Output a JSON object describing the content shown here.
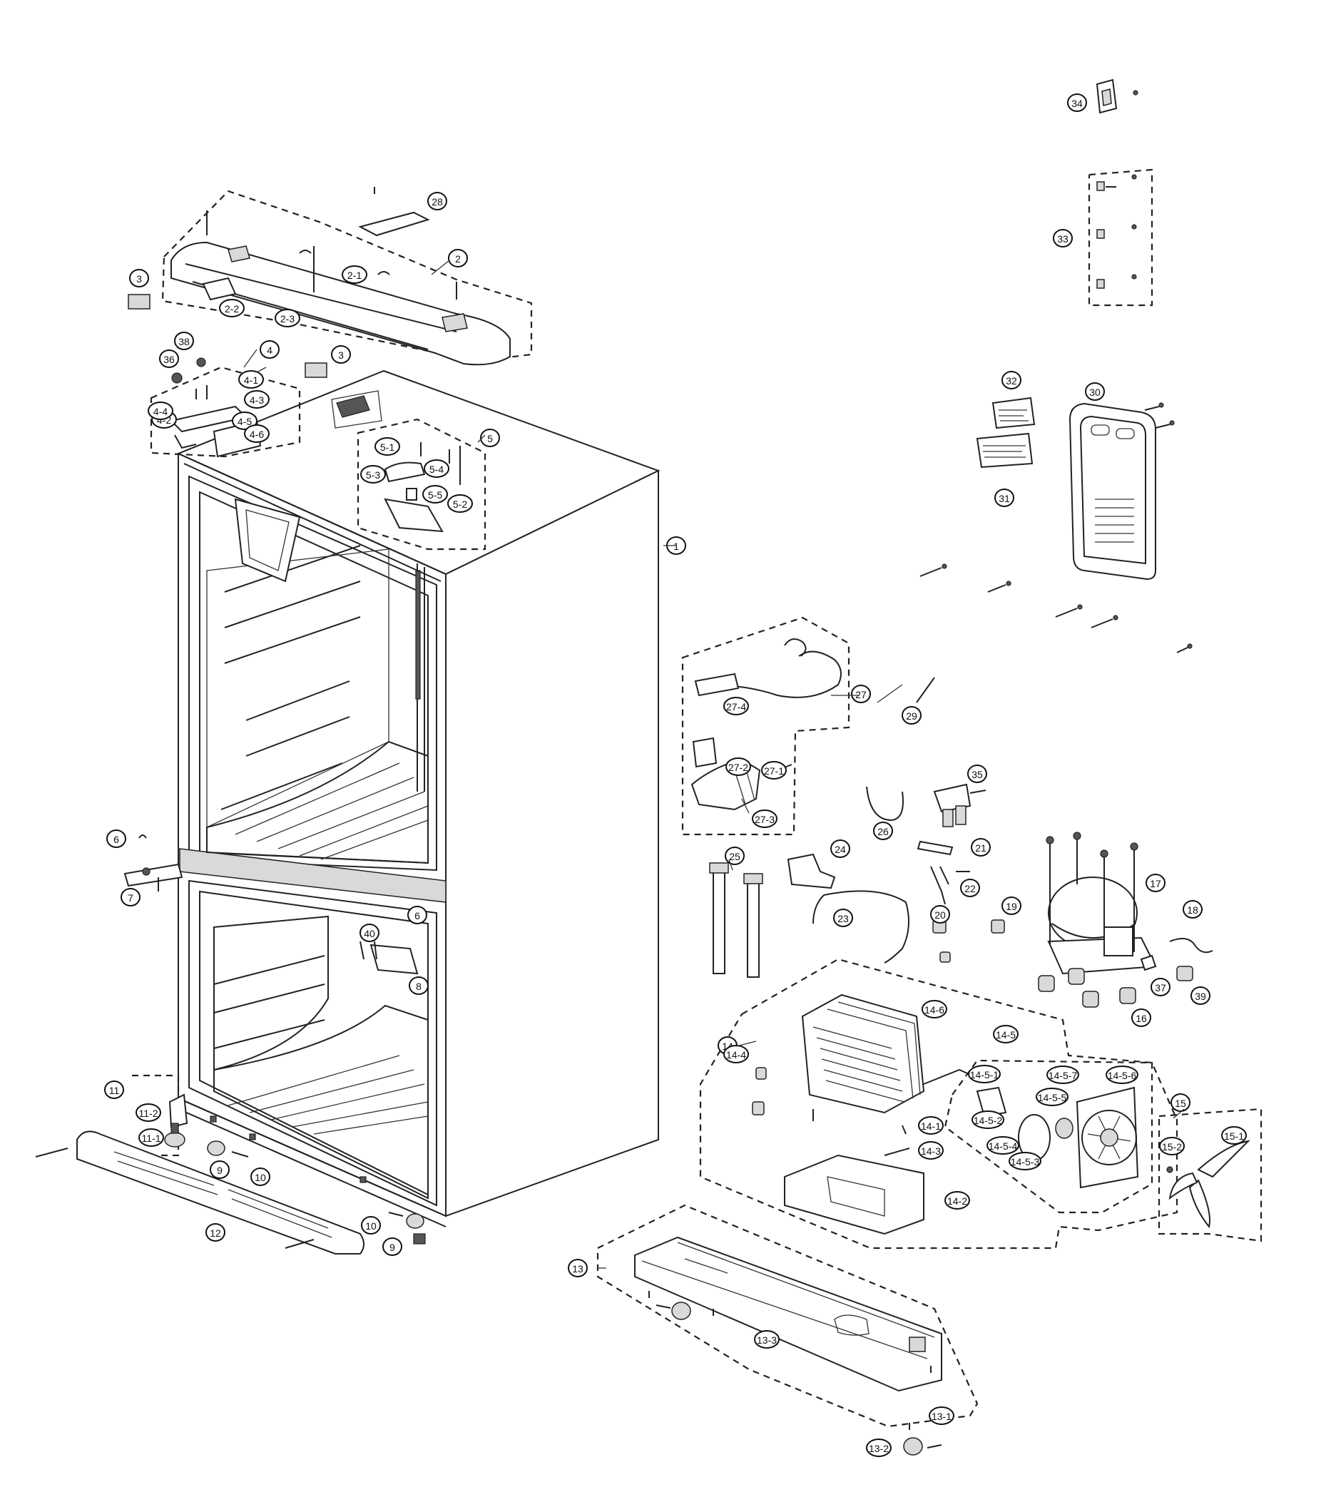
{
  "diagram": {
    "type": "exploded-parts-view",
    "callouts": [
      {
        "id": "c1",
        "label": "1"
      },
      {
        "id": "c2",
        "label": "2"
      },
      {
        "id": "c2-1",
        "label": "2-1"
      },
      {
        "id": "c2-2",
        "label": "2-2"
      },
      {
        "id": "c2-3",
        "label": "2-3"
      },
      {
        "id": "c3a",
        "label": "3"
      },
      {
        "id": "c3b",
        "label": "3"
      },
      {
        "id": "c4",
        "label": "4"
      },
      {
        "id": "c4-1",
        "label": "4-1"
      },
      {
        "id": "c4-2",
        "label": "4-2"
      },
      {
        "id": "c4-3",
        "label": "4-3"
      },
      {
        "id": "c4-4",
        "label": "4-4"
      },
      {
        "id": "c4-5",
        "label": "4-5"
      },
      {
        "id": "c4-6",
        "label": "4-6"
      },
      {
        "id": "c5",
        "label": "5"
      },
      {
        "id": "c5-1",
        "label": "5-1"
      },
      {
        "id": "c5-2",
        "label": "5-2"
      },
      {
        "id": "c5-3",
        "label": "5-3"
      },
      {
        "id": "c5-4",
        "label": "5-4"
      },
      {
        "id": "c5-5",
        "label": "5-5"
      },
      {
        "id": "c6a",
        "label": "6"
      },
      {
        "id": "c6b",
        "label": "6"
      },
      {
        "id": "c7",
        "label": "7"
      },
      {
        "id": "c8",
        "label": "8"
      },
      {
        "id": "c9a",
        "label": "9"
      },
      {
        "id": "c9b",
        "label": "9"
      },
      {
        "id": "c10a",
        "label": "10"
      },
      {
        "id": "c10b",
        "label": "10"
      },
      {
        "id": "c11",
        "label": "11"
      },
      {
        "id": "c11-1",
        "label": "11-1"
      },
      {
        "id": "c11-2",
        "label": "11-2"
      },
      {
        "id": "c12",
        "label": "12"
      },
      {
        "id": "c13",
        "label": "13"
      },
      {
        "id": "c13-1",
        "label": "13-1"
      },
      {
        "id": "c13-2",
        "label": "13-2"
      },
      {
        "id": "c13-3",
        "label": "13-3"
      },
      {
        "id": "c14",
        "label": "14"
      },
      {
        "id": "c14-1",
        "label": "14-1"
      },
      {
        "id": "c14-2",
        "label": "14-2"
      },
      {
        "id": "c14-3",
        "label": "14-3"
      },
      {
        "id": "c14-4",
        "label": "14-4"
      },
      {
        "id": "c14-5",
        "label": "14-5"
      },
      {
        "id": "c14-5-1",
        "label": "14-5-1"
      },
      {
        "id": "c14-5-2",
        "label": "14-5-2"
      },
      {
        "id": "c14-5-3",
        "label": "14-5-3"
      },
      {
        "id": "c14-5-4",
        "label": "14-5-4"
      },
      {
        "id": "c14-5-5",
        "label": "14-5-5"
      },
      {
        "id": "c14-5-6",
        "label": "14-5-6"
      },
      {
        "id": "c14-5-7",
        "label": "14-5-7"
      },
      {
        "id": "c14-6",
        "label": "14-6"
      },
      {
        "id": "c15",
        "label": "15"
      },
      {
        "id": "c15-1",
        "label": "15-1"
      },
      {
        "id": "c15-2",
        "label": "15-2"
      },
      {
        "id": "c16",
        "label": "16"
      },
      {
        "id": "c17",
        "label": "17"
      },
      {
        "id": "c18",
        "label": "18"
      },
      {
        "id": "c19",
        "label": "19"
      },
      {
        "id": "c20",
        "label": "20"
      },
      {
        "id": "c21",
        "label": "21"
      },
      {
        "id": "c22",
        "label": "22"
      },
      {
        "id": "c23",
        "label": "23"
      },
      {
        "id": "c24",
        "label": "24"
      },
      {
        "id": "c25",
        "label": "25"
      },
      {
        "id": "c26",
        "label": "26"
      },
      {
        "id": "c27",
        "label": "27"
      },
      {
        "id": "c27-1",
        "label": "27-1"
      },
      {
        "id": "c27-2",
        "label": "27-2"
      },
      {
        "id": "c27-3",
        "label": "27-3"
      },
      {
        "id": "c27-4",
        "label": "27-4"
      },
      {
        "id": "c28",
        "label": "28"
      },
      {
        "id": "c29",
        "label": "29"
      },
      {
        "id": "c30",
        "label": "30"
      },
      {
        "id": "c31",
        "label": "31"
      },
      {
        "id": "c32",
        "label": "32"
      },
      {
        "id": "c33",
        "label": "33"
      },
      {
        "id": "c34",
        "label": "34"
      },
      {
        "id": "c35",
        "label": "35"
      },
      {
        "id": "c36",
        "label": "36"
      },
      {
        "id": "c37",
        "label": "37"
      },
      {
        "id": "c38",
        "label": "38"
      },
      {
        "id": "c39",
        "label": "39"
      },
      {
        "id": "c40",
        "label": "40"
      }
    ]
  }
}
